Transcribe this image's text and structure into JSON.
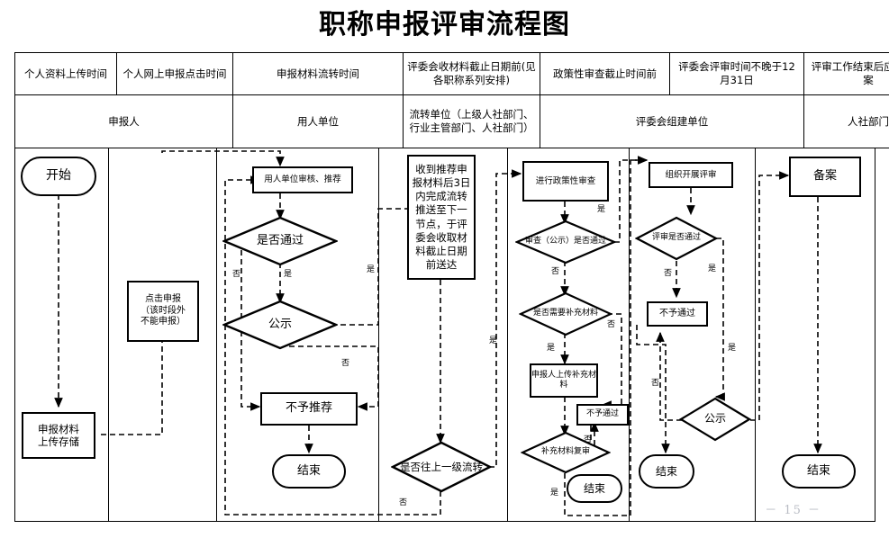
{
  "title": "职称申报评审流程图",
  "page_number": "－ 15 －",
  "header": {
    "time_row": [
      "个人资料上传时间",
      "个人网上申报点击时间",
      "申报材料流转时间",
      "评委会收材料截止日期前(见各职称系列安排)",
      "政策性审查截止时间前",
      "评委会评审时间不晚于12月31日",
      "评审工作结束后应及时备案"
    ],
    "actor_row": [
      "申报人",
      "用人单位",
      "流转单位（上级人社部门、行业主管部门、人社部门）",
      "评委会组建单位",
      "人社部门"
    ]
  },
  "lanes": [
    {
      "name": "申报人-资料上传"
    },
    {
      "name": "申报人-网上申报"
    },
    {
      "name": "用人单位"
    },
    {
      "name": "流转单位"
    },
    {
      "name": "评委会组建单位-政策性审查"
    },
    {
      "name": "评委会组建单位-评审"
    },
    {
      "name": "人社部门"
    }
  ],
  "nodes": {
    "start": "开始",
    "upload_store": "申报材料\n上传存储",
    "click_apply": "点击申报\n（该时段外\n不能申报）",
    "employer_review": "用人单位审核、推荐",
    "employer_pass_q": "是否通过",
    "employer_publicity": "公示",
    "no_recommend": "不予推荐",
    "end_employer": "结束",
    "transfer_note": "收到推荐申报材料后3日内完成流转推送至下一节点，于评委会收取材料截止日期前送达",
    "transfer_up_q": "是否往上一级流转",
    "policy_review": "进行政策性审查",
    "policy_pass_q": "审查（公示）是否通过",
    "need_supplement_q": "是否需要补充材料",
    "applicant_upload_supp": "申报人上传补充材料",
    "supp_recheck_q": "补充材料复审",
    "policy_not_pass": "不予通过",
    "end_policy": "结束",
    "organize_review": "组织开展评审",
    "review_pass_q": "评审是否通过",
    "review_not_pass": "不予通过",
    "review_publicity": "公示",
    "end_review": "结束",
    "record": "备案",
    "end_record": "结束"
  },
  "edge_labels": {
    "yes": "是",
    "no": "否"
  },
  "edges": [
    {
      "from": "start",
      "to": "upload_store",
      "label": ""
    },
    {
      "from": "upload_store",
      "to": "click_apply",
      "label": ""
    },
    {
      "from": "click_apply",
      "to": "employer_review",
      "label": ""
    },
    {
      "from": "employer_review",
      "to": "employer_pass_q",
      "label": ""
    },
    {
      "from": "employer_pass_q",
      "to": "employer_publicity",
      "label": "是"
    },
    {
      "from": "employer_pass_q",
      "to": "no_recommend",
      "label": "否"
    },
    {
      "from": "employer_publicity",
      "to": "transfer_note",
      "label": "是"
    },
    {
      "from": "employer_publicity",
      "to": "no_recommend",
      "label": "否"
    },
    {
      "from": "no_recommend",
      "to": "end_employer",
      "label": ""
    },
    {
      "from": "transfer_note",
      "to": "transfer_up_q",
      "label": ""
    },
    {
      "from": "transfer_up_q",
      "to": "policy_review",
      "label": "是"
    },
    {
      "from": "transfer_up_q",
      "to": "employer_review",
      "label": "否"
    },
    {
      "from": "policy_review",
      "to": "policy_pass_q",
      "label": ""
    },
    {
      "from": "policy_pass_q",
      "to": "organize_review",
      "label": "是"
    },
    {
      "from": "policy_pass_q",
      "to": "need_supplement_q",
      "label": "否"
    },
    {
      "from": "need_supplement_q",
      "to": "applicant_upload_supp",
      "label": "是"
    },
    {
      "from": "need_supplement_q",
      "to": "policy_not_pass",
      "label": "否"
    },
    {
      "from": "applicant_upload_supp",
      "to": "supp_recheck_q",
      "label": ""
    },
    {
      "from": "supp_recheck_q",
      "to": "policy_not_pass",
      "label": "否"
    },
    {
      "from": "supp_recheck_q",
      "to": "organize_review",
      "label": "是"
    },
    {
      "from": "policy_not_pass",
      "to": "end_policy",
      "label": ""
    },
    {
      "from": "organize_review",
      "to": "review_pass_q",
      "label": ""
    },
    {
      "from": "review_pass_q",
      "to": "review_publicity",
      "label": "是"
    },
    {
      "from": "review_pass_q",
      "to": "review_not_pass",
      "label": "否"
    },
    {
      "from": "review_publicity",
      "to": "record",
      "label": "是"
    },
    {
      "from": "review_publicity",
      "to": "review_not_pass",
      "label": "否"
    },
    {
      "from": "review_not_pass",
      "to": "end_review",
      "label": ""
    },
    {
      "from": "record",
      "to": "end_record",
      "label": ""
    }
  ],
  "colors": {
    "line": "#000000",
    "page_number": "#b9bcc4",
    "background": "#ffffff"
  }
}
